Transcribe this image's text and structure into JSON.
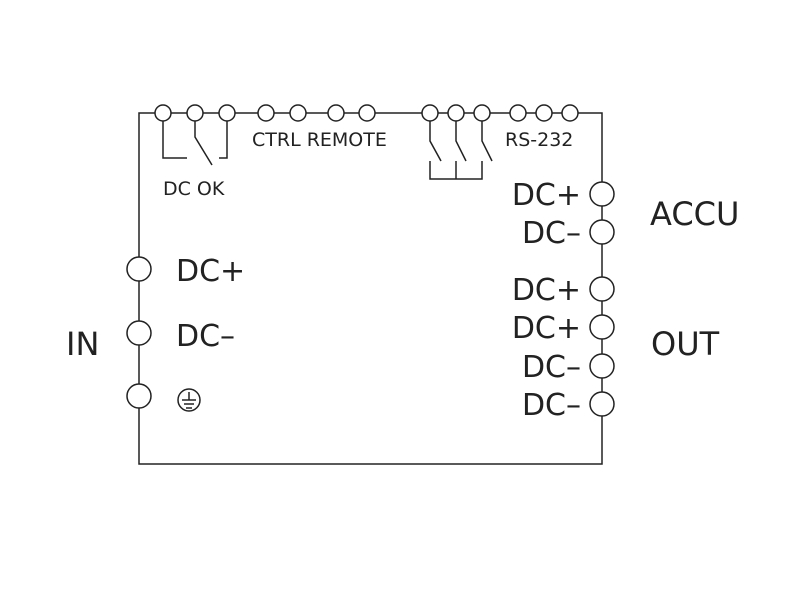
{
  "top_connectors": {
    "dc_ok_label": "DC OK",
    "ctrl_remote_label": "CTRL REMOTE",
    "rs232_label": "RS-232"
  },
  "input_side": {
    "group_label": "IN",
    "dc_plus": "DC+",
    "dc_minus": "DC–",
    "ground_icon": "protective-earth-icon"
  },
  "output_side": {
    "accu_group_label": "ACCU",
    "accu_dc_plus": "DC+",
    "accu_dc_minus": "DC–",
    "out_group_label": "OUT",
    "out_dc_plus_1": "DC+",
    "out_dc_plus_2": "DC+",
    "out_dc_minus_1": "DC–",
    "out_dc_minus_2": "DC–"
  }
}
